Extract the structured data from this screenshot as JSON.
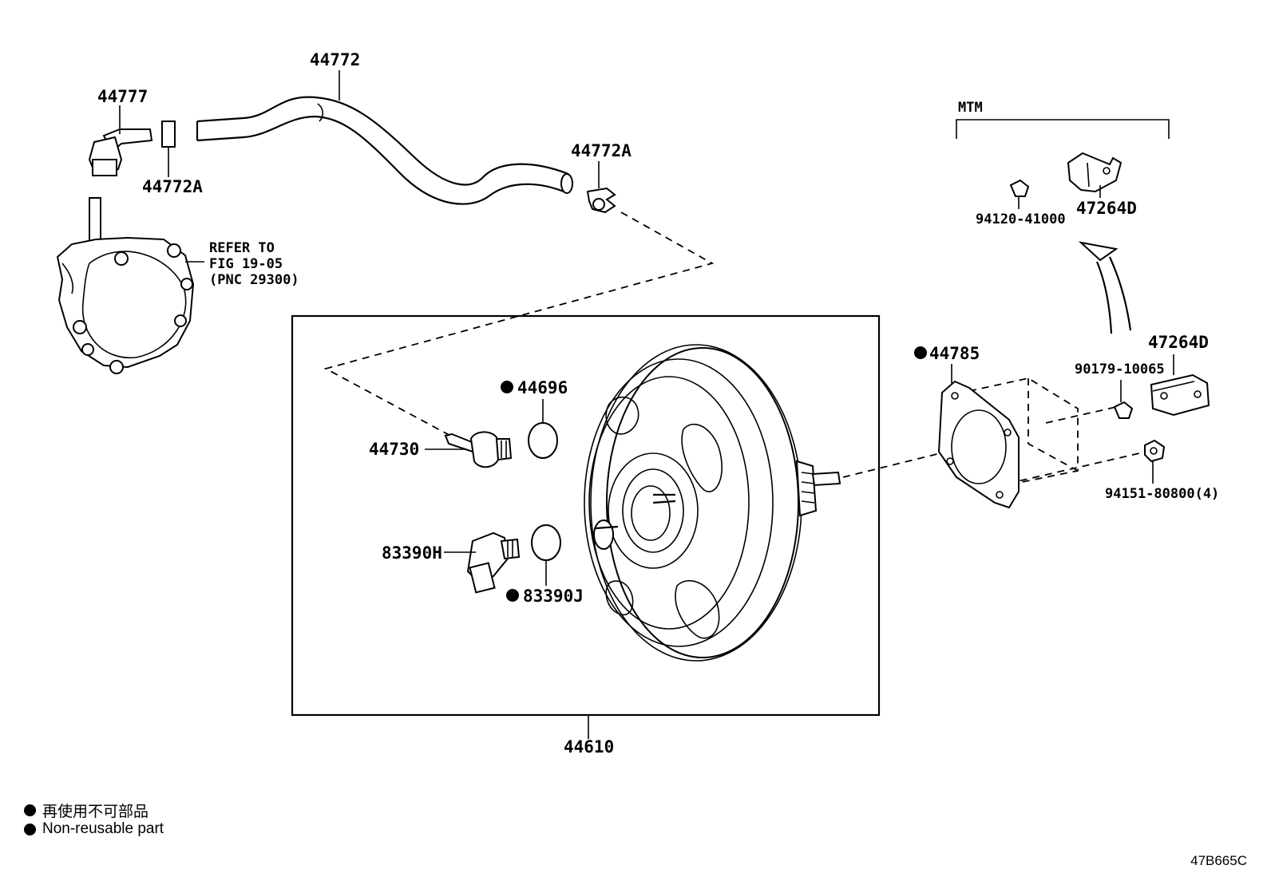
{
  "labels": {
    "p44772": "44772",
    "p44777": "44777",
    "p44772A_left": "44772A",
    "p44772A_right": "44772A",
    "refer_line1": "REFER TO",
    "refer_line2": "FIG 19-05",
    "refer_line3": "(PNC 29300)",
    "mtm": "MTM",
    "p94120": "94120-41000",
    "p47264D_top": "47264D",
    "p47264D_right": "47264D",
    "p90179": "90179-10065",
    "p44785": "44785",
    "p94151": "94151-80800(4)",
    "p44696": "44696",
    "p44730": "44730",
    "p83390H": "83390H",
    "p83390J": "83390J",
    "p44610": "44610"
  },
  "legend": {
    "line1": "再使用不可部品",
    "line2": "Non-reusable part"
  },
  "drawing_id": "47B665C"
}
